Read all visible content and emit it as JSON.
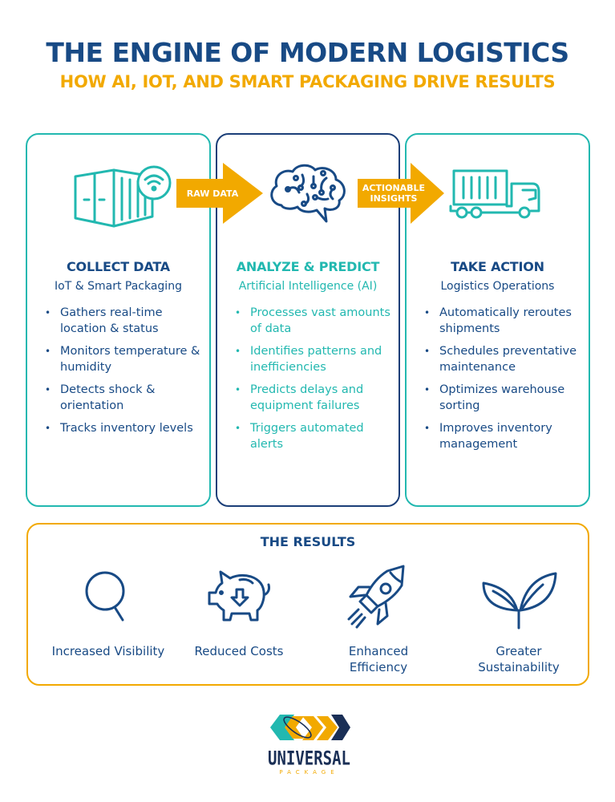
{
  "header": {
    "title": "THE ENGINE OF MODERN LOGISTICS",
    "subtitle": "HOW AI, IOT, AND SMART PACKAGING DRIVE RESULTS"
  },
  "colors": {
    "navy": "#184a85",
    "teal": "#22b8b0",
    "gold": "#f2a900"
  },
  "stages": [
    {
      "icon": "shipping-container-wifi-icon",
      "title": "COLLECT DATA",
      "subtitle": "IoT & Smart Packaging",
      "bullets": [
        "Gathers real-time location & status",
        "Monitors temperature & humidity",
        "Detects shock & orientation",
        "Tracks inventory levels"
      ]
    },
    {
      "icon": "circuit-brain-icon",
      "title": "ANALYZE & PREDICT",
      "subtitle": "Artificial Intelligence (AI)",
      "bullets": [
        "Processes vast amounts of data",
        "Identifies patterns and inefficiencies",
        "Predicts delays and equipment failures",
        "Triggers automated alerts"
      ]
    },
    {
      "icon": "container-truck-icon",
      "title": "TAKE ACTION",
      "subtitle": "Logistics Operations",
      "bullets": [
        "Automatically reroutes shipments",
        "Schedules preventative maintenance",
        "Optimizes warehouse sorting",
        "Improves inventory management"
      ]
    }
  ],
  "arrows": [
    {
      "label": "RAW DATA"
    },
    {
      "label": "ACTIONABLE INSIGHTS"
    }
  ],
  "results": {
    "title": "THE RESULTS",
    "items": [
      {
        "icon": "magnifier-icon",
        "label": "Increased Visibility"
      },
      {
        "icon": "piggy-bank-icon",
        "label": "Reduced Costs"
      },
      {
        "icon": "rocket-icon",
        "label": "Enhanced Efficiency"
      },
      {
        "icon": "leaves-icon",
        "label": "Greater Sustainability"
      }
    ]
  },
  "logo": {
    "name": "UNIVERSAL",
    "tagline": "PACKAGE"
  }
}
